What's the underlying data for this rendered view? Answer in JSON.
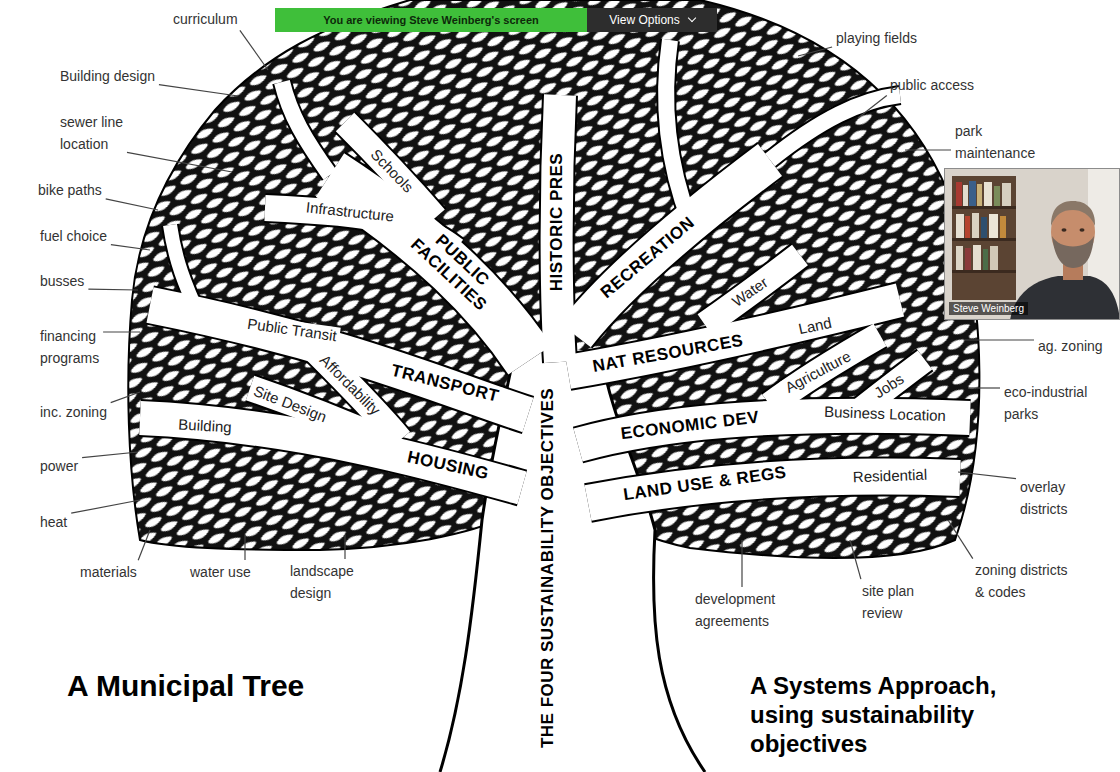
{
  "diagram": {
    "title": "A Municipal Tree",
    "caption": "A Systems Approach, using sustainability objectives",
    "nodes": [
      {
        "text": [
          "You are viewing Steve Weinberg's screen"
        ]
      },
      {
        "text": [
          "View Options"
        ]
      },
      {
        "text": [
          "Steve Weinberg"
        ]
      }
    ],
    "labels": [
      "curriculum",
      "Building design",
      "sewer line location",
      "bike paths",
      "fuel choice",
      "busses",
      "financing programs",
      "inc. zoning",
      "power",
      "heat",
      "materials",
      "water use",
      "landscape design",
      "Schools",
      "Infrastructure",
      "PUBLIC FACILITIES",
      "Public Transit",
      "Affordability",
      "TRANSPORT",
      "Site Design",
      "Building",
      "HOUSING",
      "HISTORIC PRES",
      "playing fields",
      "public access",
      "park maintenance",
      "RECREATION",
      "Water",
      "Land",
      "NAT RESOURCES",
      "Agriculture",
      "Jobs",
      "ECONOMIC DEV",
      "Business Location",
      "Residential",
      "LAND USE & REGS",
      "ag. zoning",
      "eco-industrial parks",
      "overlay districts",
      "zoning districts & codes",
      "site plan review",
      "development agreements",
      "THE FOUR SUSTAINABILITY OBJECTIVES"
    ]
  }
}
